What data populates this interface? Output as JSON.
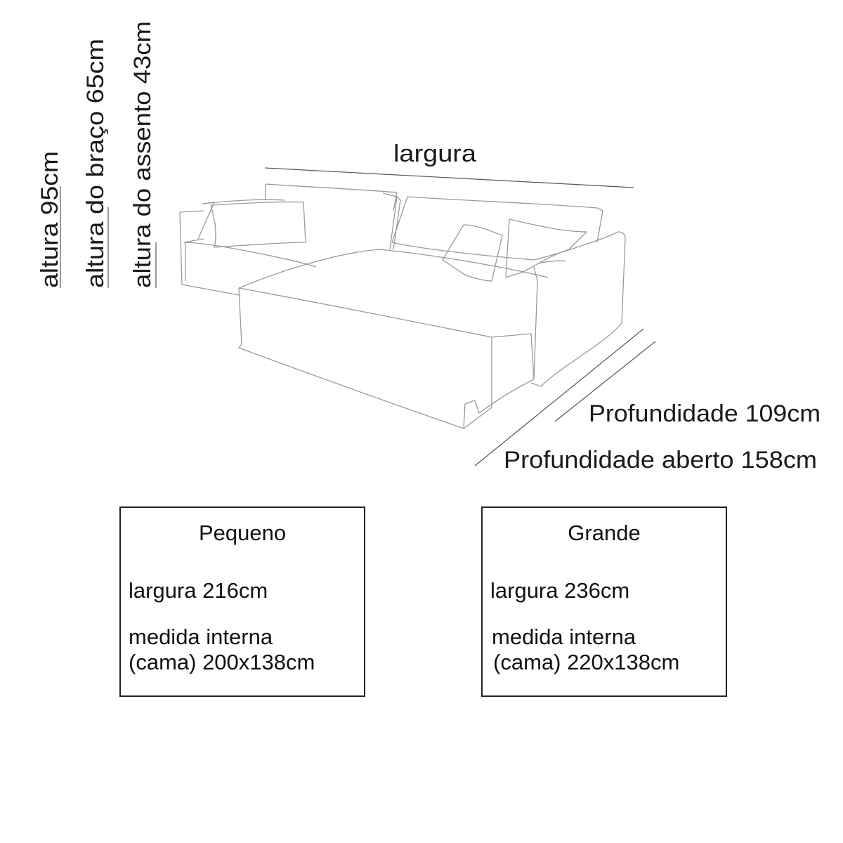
{
  "heights": {
    "total": "altura 95cm",
    "arm": "altura do braço 65cm",
    "seat": "altura do assento 43cm"
  },
  "width_label": "largura",
  "depth": {
    "closed": "Profundidade 109cm",
    "open": "Profundidade aberto 158cm"
  },
  "sizes": [
    {
      "title": "Pequeno",
      "width": "largura 216cm",
      "inner_label": "medida interna",
      "inner_value": "(cama) 200x138cm"
    },
    {
      "title": "Grande",
      "width": "largura 236cm",
      "inner_label": "medida interna",
      "inner_value": "(cama) 220x138cm"
    }
  ]
}
